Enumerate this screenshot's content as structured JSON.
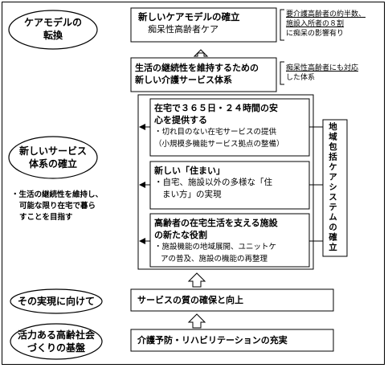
{
  "left_ovals": {
    "care_model": {
      "line1": "ケアモデルの",
      "line2": "転換"
    },
    "new_service": {
      "line1": "新しいサービス",
      "line2": "体系の確立"
    },
    "realization": {
      "text": "その実現に向けて"
    },
    "active_aging": {
      "line1": "活力ある高齢社会",
      "line2": "づくりの基盤"
    }
  },
  "left_note": {
    "line1": "・生活の継続性を維持し、",
    "line2": "可能な限り在宅で暮ら",
    "line3": "すことを目指す"
  },
  "main_boxes": {
    "care_model_box": {
      "title": "新しいケアモデルの確立",
      "sub": "痴呆性高齢者ケア"
    },
    "system_box": {
      "line1": "生活の継続性を維持するための",
      "line2": "新しい介護サービス体系"
    },
    "home_care_box": {
      "title1": "在宅で３６５日・２４時間の安",
      "title2": "心を提供する",
      "body1": "・切れ目のない在宅サービスの提供",
      "body2": "（小規模多機能サービス拠点の整備）"
    },
    "housing_box": {
      "title": "新しい「住まい」",
      "body1": "・自宅、施設以外の多様な「住",
      "body2": "まい方」の実現"
    },
    "facility_box": {
      "title1": "高齢者の在宅生活を支える施設",
      "title2": "の新たな役割",
      "body1": "・施設機能の地域展開、ユニットケ",
      "body2": "アの普及、施設の機能の再整理"
    },
    "quality_box": {
      "text": "サービスの質の確保と向上"
    },
    "prevention_box": {
      "text": "介護予防・リハビリテーションの充実"
    }
  },
  "right_notes": {
    "note1": {
      "line1": "要介護高齢者の約半数、",
      "line2": "施設入所者の８割",
      "line3": "に痴呆の影響有り"
    },
    "note2": {
      "line1": "痴呆性高齢者にも対応",
      "line2": "した体系"
    }
  },
  "vertical_label": {
    "text": "地域包括ケアシステムの確立"
  }
}
